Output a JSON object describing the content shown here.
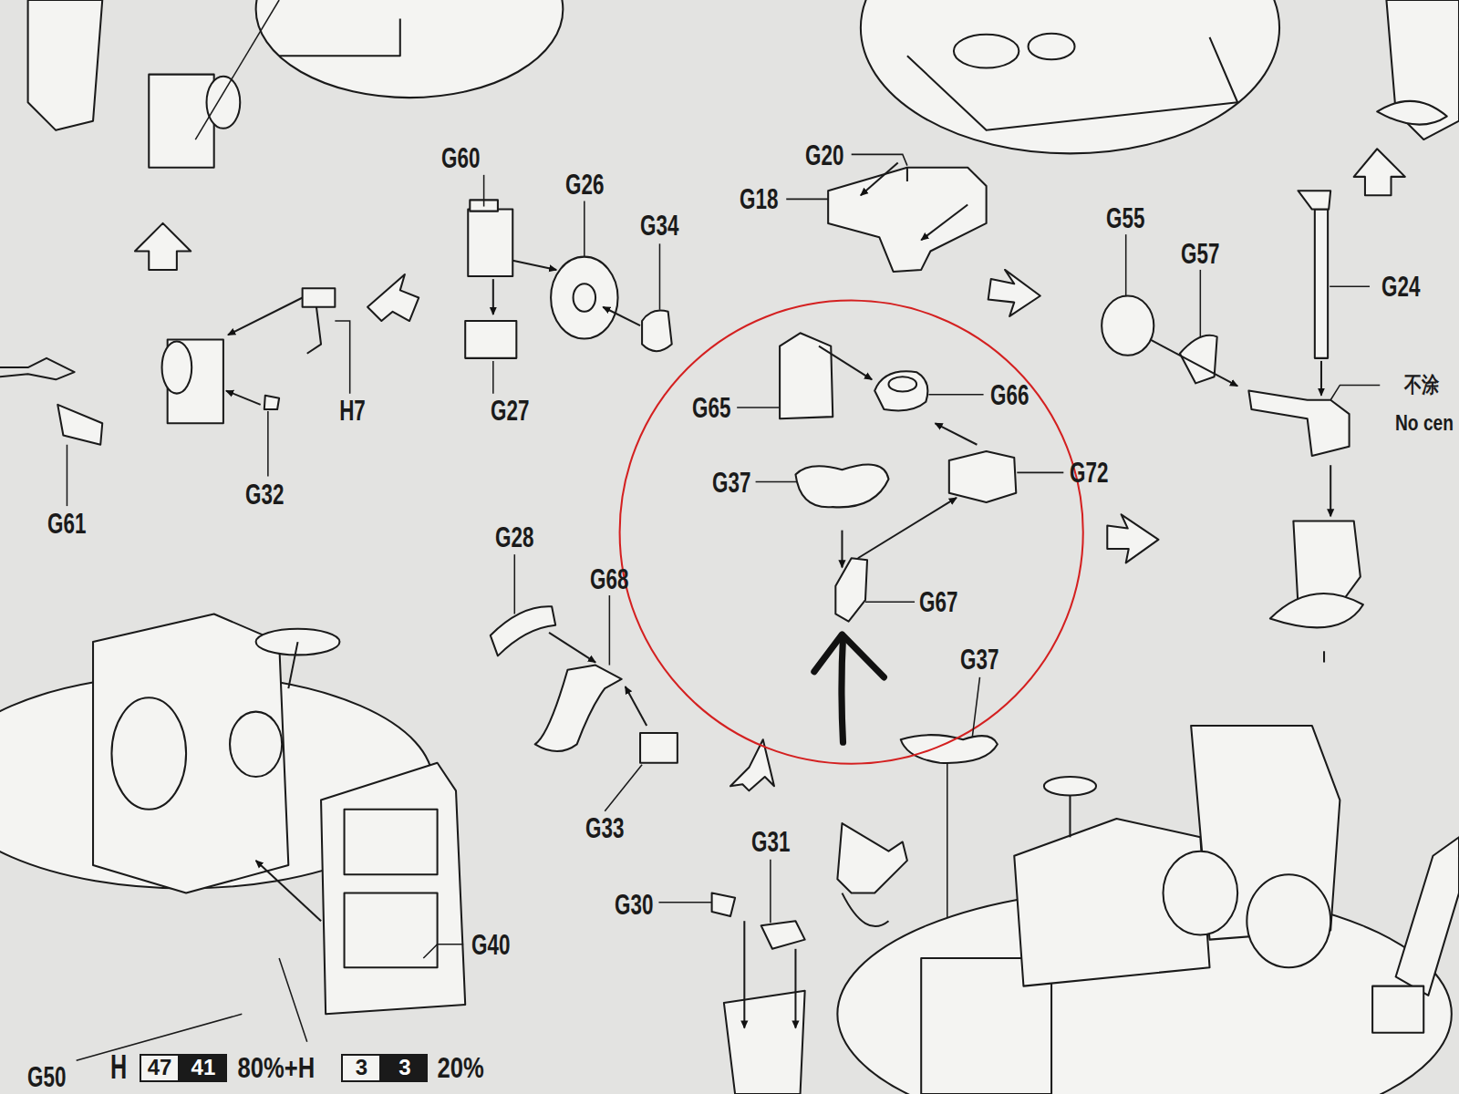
{
  "diagram": {
    "nodes": [
      {
        "text": [
          "47"
        ]
      },
      {
        "text": [
          "41"
        ]
      },
      {
        "text": [
          "3"
        ]
      },
      {
        "text": [
          "3"
        ]
      }
    ],
    "labels": [
      "G60",
      "G26",
      "G34",
      "G20",
      "G18",
      "G55",
      "G57",
      "G24",
      "不涂",
      "No cen",
      "G61",
      "G32",
      "H7",
      "G27",
      "G65",
      "G66",
      "G37",
      "G72",
      "G67",
      "G28",
      "G68",
      "G33",
      "G37",
      "G31",
      "G30",
      "G40",
      "G50",
      "H",
      "80%+H",
      "20%"
    ]
  }
}
